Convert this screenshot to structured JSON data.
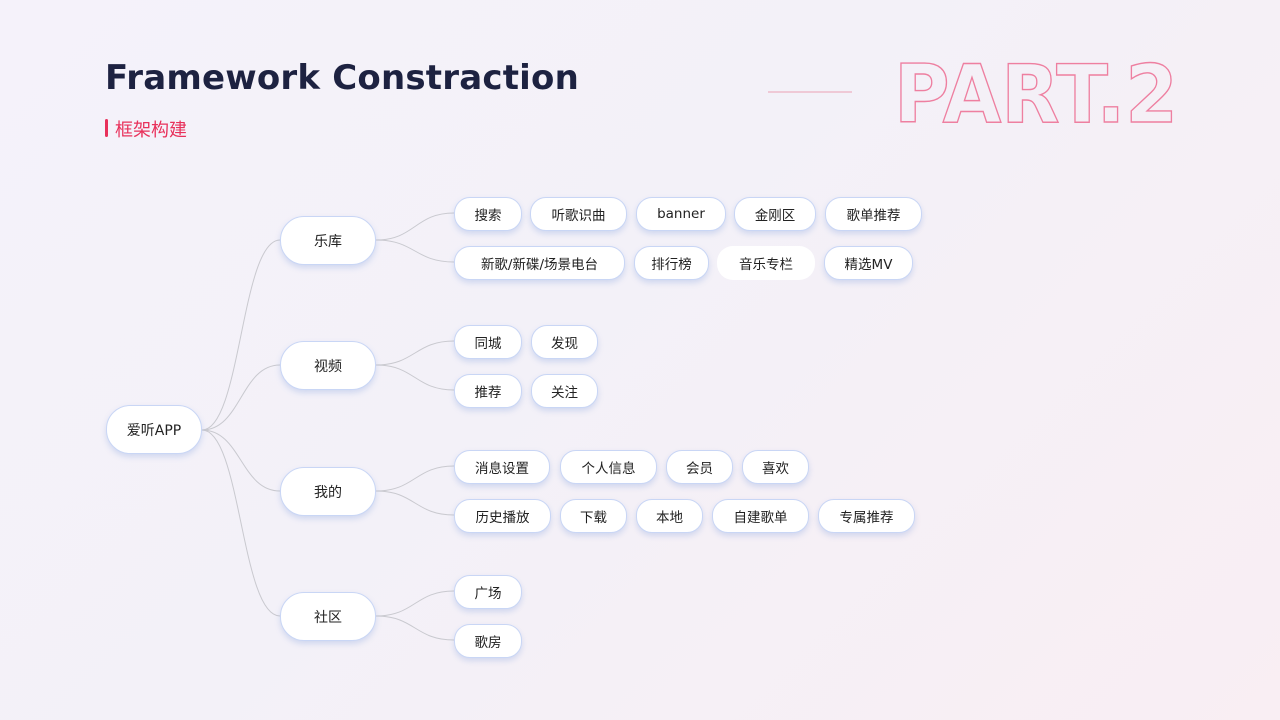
{
  "header": {
    "title": "Framework Constraction",
    "subtitle": "框架构建",
    "part_label": "PART.2"
  },
  "colors": {
    "title": "#1d2241",
    "accent": "#e8315b",
    "part_outline": "#ee7fa0",
    "node_border": "#c9d6f5",
    "connector": "#c9c9cf"
  },
  "mindmap": {
    "root": {
      "label": "爱听APP"
    },
    "branches": [
      {
        "label": "乐库",
        "rows": [
          [
            "搜索",
            "听歌识曲",
            "banner",
            "金刚区",
            "歌单推荐"
          ],
          [
            "新歌/新碟/场景电台",
            "排行榜",
            "音乐专栏",
            "精选MV"
          ]
        ]
      },
      {
        "label": "视频",
        "rows": [
          [
            "同城",
            "发现"
          ],
          [
            "推荐",
            "关注"
          ]
        ]
      },
      {
        "label": "我的",
        "rows": [
          [
            "消息设置",
            "个人信息",
            "会员",
            "喜欢"
          ],
          [
            "历史播放",
            "下载",
            "本地",
            "自建歌单",
            "专属推荐"
          ]
        ]
      },
      {
        "label": "社区",
        "rows": [
          [
            "广场"
          ],
          [
            "歌房"
          ]
        ]
      }
    ]
  }
}
